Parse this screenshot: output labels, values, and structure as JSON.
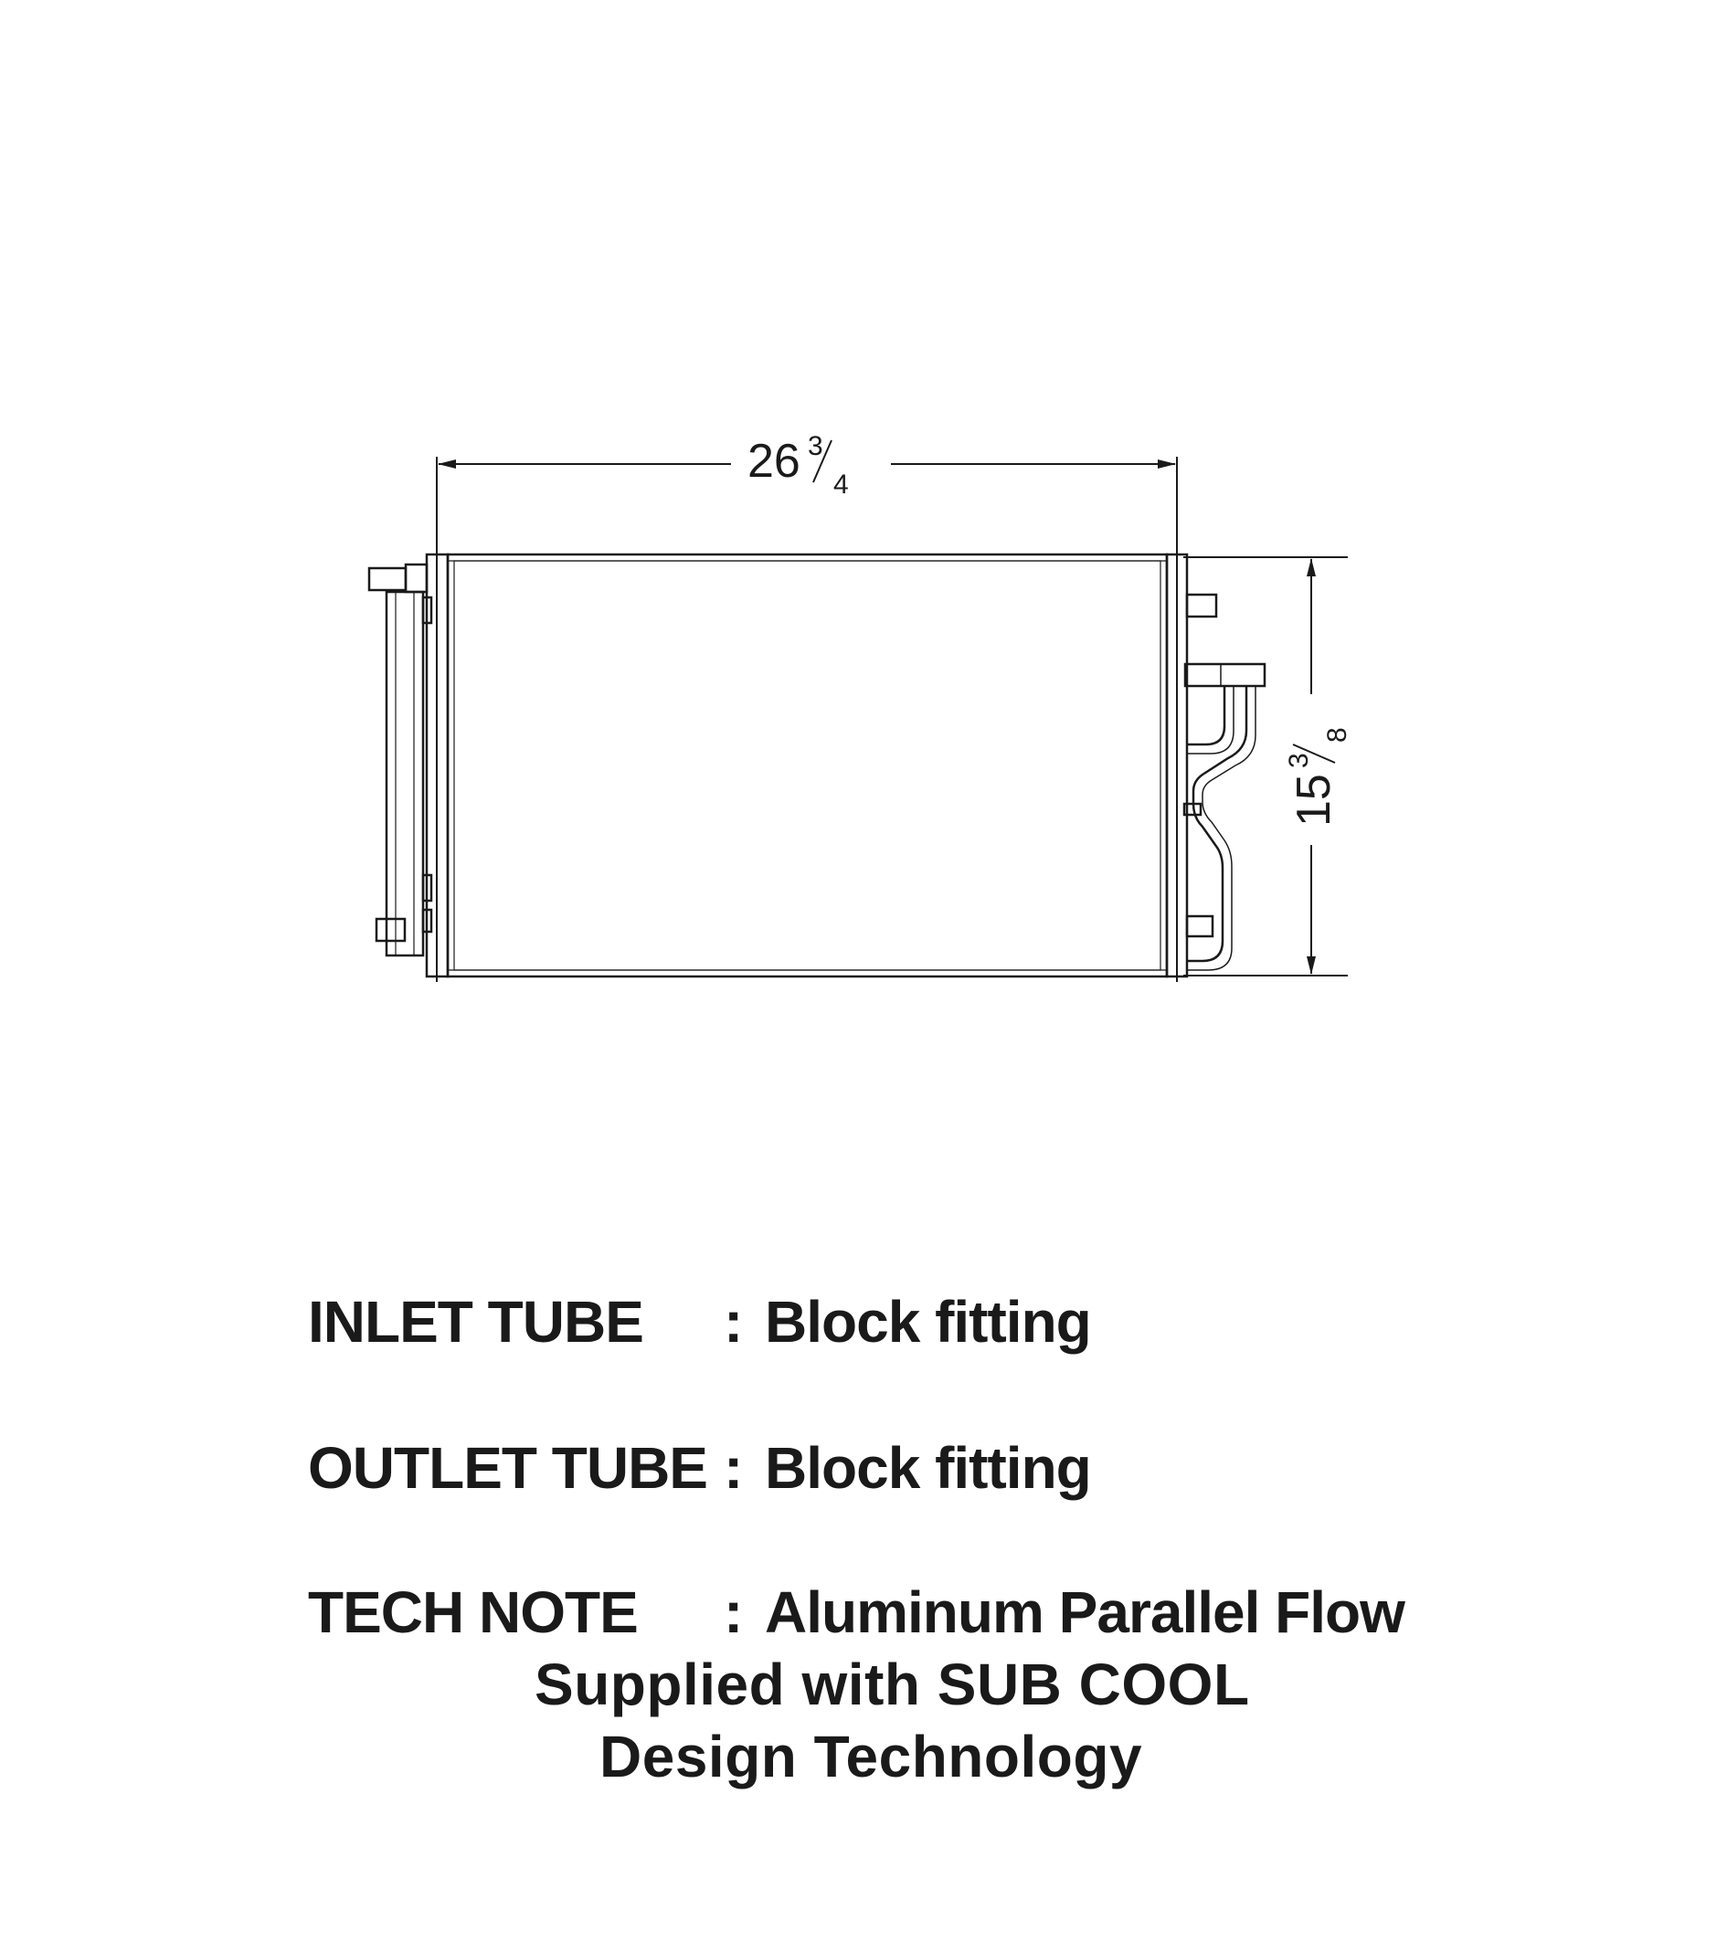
{
  "dimensions": {
    "width": {
      "whole": "26",
      "num": "3",
      "den": "4"
    },
    "height": {
      "whole": "15",
      "num": "3",
      "den": "8"
    }
  },
  "specs": [
    {
      "label": "INLET TUBE",
      "colon": ":",
      "value": "Block fitting"
    },
    {
      "label": "OUTLET TUBE",
      "colon": ":",
      "value": "Block fitting"
    },
    {
      "label": "TECH NOTE",
      "colon": ":",
      "value": "Aluminum Parallel Flow"
    }
  ],
  "tech_note_continuation": [
    "Supplied with SUB COOL",
    "Design Technology"
  ]
}
